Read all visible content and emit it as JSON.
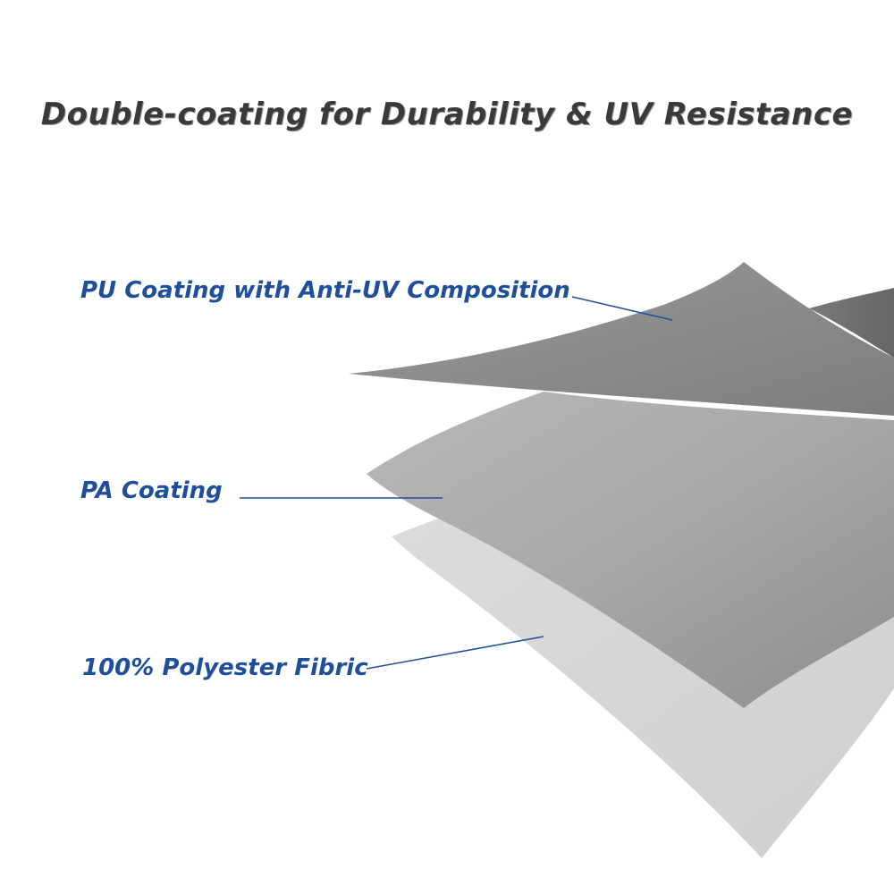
{
  "title": "Double-coating for Durability & UV Resistance",
  "layers": [
    {
      "id": "pu",
      "label": "PU Coating with Anti-UV Composition"
    },
    {
      "id": "pa",
      "label": "PA Coating"
    },
    {
      "id": "poly",
      "label": "100% Polyester Fibric"
    }
  ],
  "colors": {
    "label_text": "#1f4f9a",
    "title_text": "#3a3a3a",
    "leader_line": "#1f4f9a",
    "polyester_layer": "#d6d6d6",
    "pa_layer": "#a6a6a6",
    "pu_layer": "#8c8c8c",
    "background": "#ffffff"
  }
}
